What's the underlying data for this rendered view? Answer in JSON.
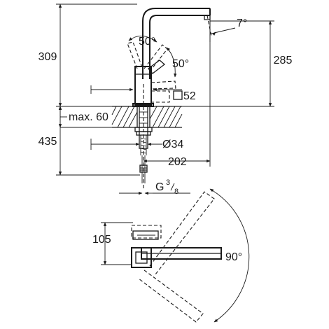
{
  "dimensions": {
    "total_height": "309",
    "spout_height": "285",
    "spout_tilt": "7°",
    "lever_angle_front": "50°",
    "lever_angle_side": "50°",
    "base_square": "52",
    "max_counter_thickness": "max. 60",
    "below_counter": "435",
    "hole_diameter": "Ø34",
    "spout_reach": "202",
    "connection_thread": "G",
    "connection_sup": "3",
    "connection_sub": "8",
    "base_depth": "105",
    "swivel_angle": "90°"
  },
  "icons": {
    "square_symbol": "square-icon",
    "diameter_symbol": "diameter-icon"
  },
  "colors": {
    "line": "#1a1a1a",
    "background": "#ffffff"
  }
}
